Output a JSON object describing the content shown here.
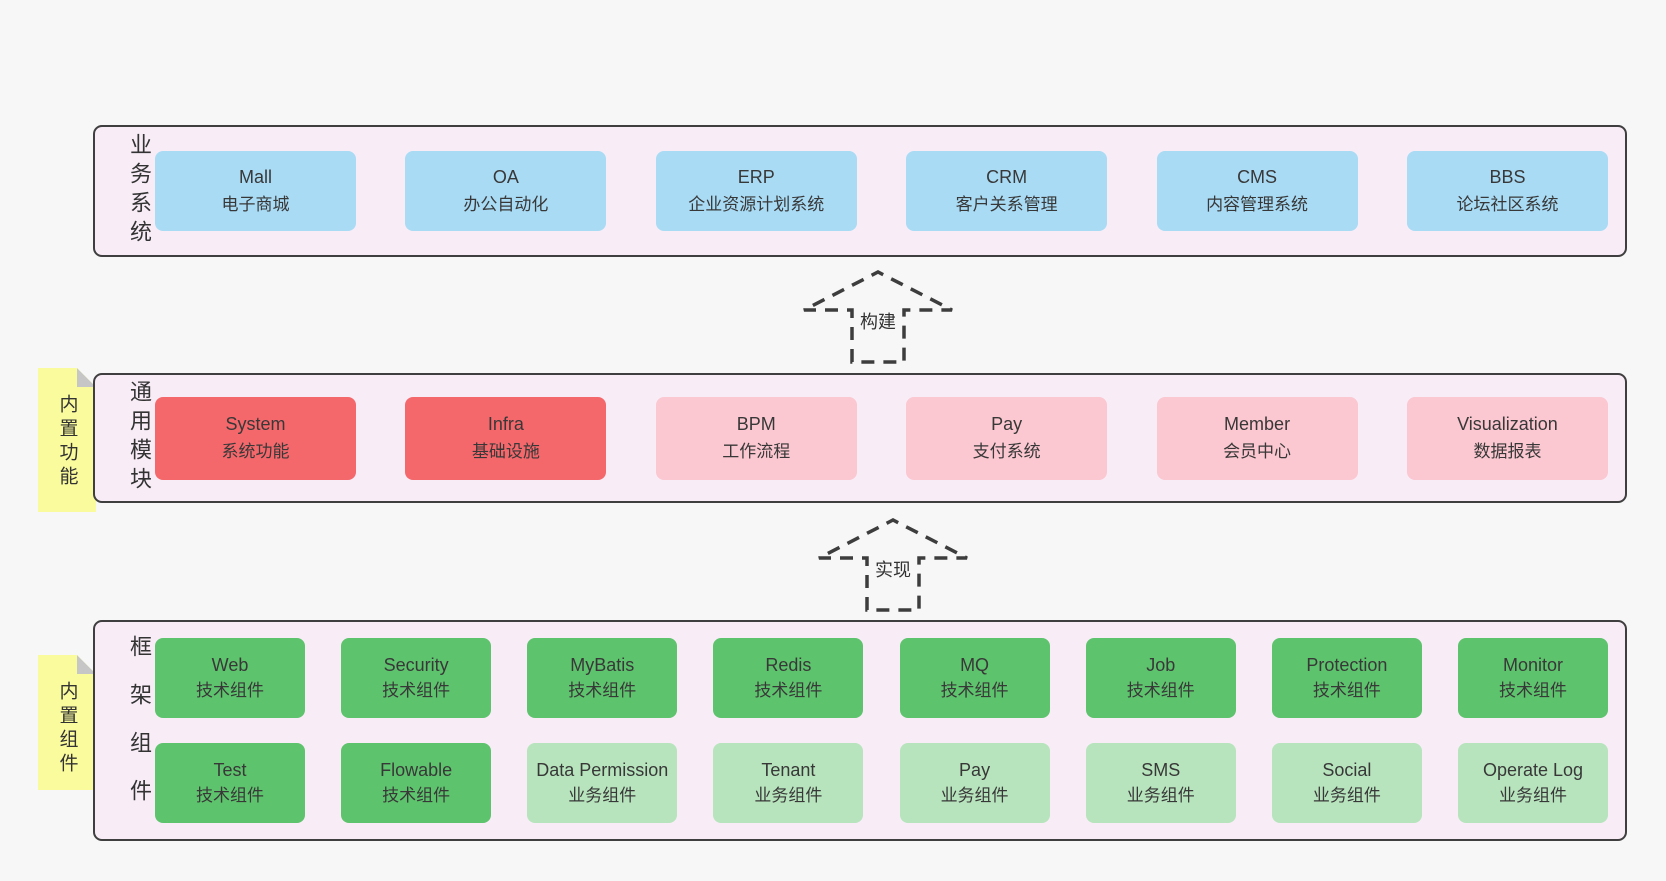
{
  "colors": {
    "page_bg": "#f7f7f7",
    "container_bg": "#f8edf7",
    "container_border": "#3f3f3f",
    "blue": "#a9dbf5",
    "red": "#f4686c",
    "pink": "#fbc7d0",
    "green": "#5ec36d",
    "light_green": "#b7e4bd",
    "tag_yellow": "#fafb9d",
    "fold_gray": "#c6c6c6",
    "text": "#383838"
  },
  "arrows": [
    {
      "label": "构建"
    },
    {
      "label": "实现"
    }
  ],
  "layers": [
    {
      "label": "业务系统",
      "boxes": [
        {
          "name": "Mall",
          "desc": "电子商城"
        },
        {
          "name": "OA",
          "desc": "办公自动化"
        },
        {
          "name": "ERP",
          "desc": "企业资源计划系统"
        },
        {
          "name": "CRM",
          "desc": "客户关系管理"
        },
        {
          "name": "CMS",
          "desc": "内容管理系统"
        },
        {
          "name": "BBS",
          "desc": "论坛社区系统"
        }
      ]
    },
    {
      "label": "通用模块",
      "tag": "内置功能",
      "boxes": [
        {
          "name": "System",
          "desc": "系统功能"
        },
        {
          "name": "Infra",
          "desc": "基础设施"
        },
        {
          "name": "BPM",
          "desc": "工作流程"
        },
        {
          "name": "Pay",
          "desc": "支付系统"
        },
        {
          "name": "Member",
          "desc": "会员中心"
        },
        {
          "name": "Visualization",
          "desc": "数据报表"
        }
      ]
    },
    {
      "label": "框架组件",
      "tag": "内置组件",
      "rows": [
        [
          {
            "name": "Web",
            "desc": "技术组件"
          },
          {
            "name": "Security",
            "desc": "技术组件"
          },
          {
            "name": "MyBatis",
            "desc": "技术组件"
          },
          {
            "name": "Redis",
            "desc": "技术组件"
          },
          {
            "name": "MQ",
            "desc": "技术组件"
          },
          {
            "name": "Job",
            "desc": "技术组件"
          },
          {
            "name": "Protection",
            "desc": "技术组件"
          },
          {
            "name": "Monitor",
            "desc": "技术组件"
          }
        ],
        [
          {
            "name": "Test",
            "desc": "技术组件"
          },
          {
            "name": "Flowable",
            "desc": "技术组件"
          },
          {
            "name": "Data Permission",
            "desc": "业务组件"
          },
          {
            "name": "Tenant",
            "desc": "业务组件"
          },
          {
            "name": "Pay",
            "desc": "业务组件"
          },
          {
            "name": "SMS",
            "desc": "业务组件"
          },
          {
            "name": "Social",
            "desc": "业务组件"
          },
          {
            "name": "Operate Log",
            "desc": "业务组件"
          }
        ]
      ]
    }
  ]
}
